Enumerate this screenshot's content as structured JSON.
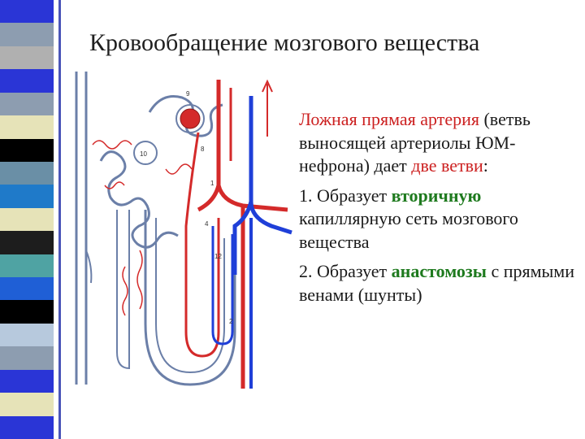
{
  "colors": {
    "stripes": [
      "#2a35d6",
      "#8d9db0",
      "#b0b0b0",
      "#2a35d6",
      "#8d9db0",
      "#e6e3b8",
      "#000000",
      "#6a8fa6",
      "#1f7ac9",
      "#e6e3b8",
      "#1d1d1d",
      "#4fa3a3",
      "#1f5fd6",
      "#000000",
      "#b7c9dd",
      "#8d9db0",
      "#2a35d6",
      "#e6e3b8",
      "#2a35d6"
    ],
    "rule": "#4a55b8",
    "artery": "#d42a2a",
    "vein": "#1f3fd8",
    "tubule": "#6b7fa8",
    "accent_red": "#cc2020",
    "accent_green": "#1e7a1e"
  },
  "slide": {
    "title": "Кровообращение мозгового вещества",
    "para1_highlight": "Ложная прямая артерия",
    "para1_rest": "(ветвь выносящей артериолы ЮМ-нефрона) дает",
    "para1_two": "две ветви",
    "para1_end": ":",
    "item1_prefix": "1. Образует",
    "item1_em": "вторичную",
    "item1_rest": "капиллярную сеть мозгового вещества",
    "item2_prefix": "2. Образует",
    "item2_em": "анастомозы",
    "item2_rest": "с прямыми венами (шунты)"
  },
  "figure": {
    "labels": {
      "l1": "1",
      "l2": "2",
      "l4": "4",
      "l8": "8",
      "l9": "9",
      "l10": "10",
      "l12": "12"
    }
  }
}
